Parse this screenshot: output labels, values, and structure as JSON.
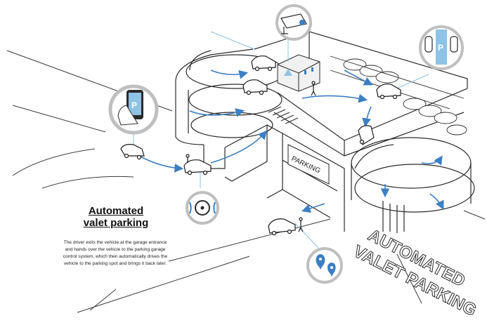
{
  "panel": {
    "title_line1": "Automated",
    "title_line2": "valet parking",
    "description": "The driver exits the vehicle at the garage entrance and hands over the vehicle to the parking garage control system, which then automatically drives the vehicle to the parking spot and brings it back later."
  },
  "garage": {
    "sign_label": "PARKING",
    "ramp_lettering": [
      "AUTOMATED",
      "VALET PARKING"
    ]
  },
  "icons": {
    "phone_app": "parking-app-icon",
    "camera": "security-camera-icon",
    "parking_spot": "parking-spot-icon",
    "steering": "steering-wheel-icon",
    "location": "location-pins-icon",
    "warning": "warning-sign-icon",
    "pedestrian": "pedestrian-icon"
  },
  "colors": {
    "accent_blue": "#3d7fc2",
    "light_blue": "#8ec3e6",
    "line": "#2a2a2a",
    "gray": "#bfbfbf"
  }
}
